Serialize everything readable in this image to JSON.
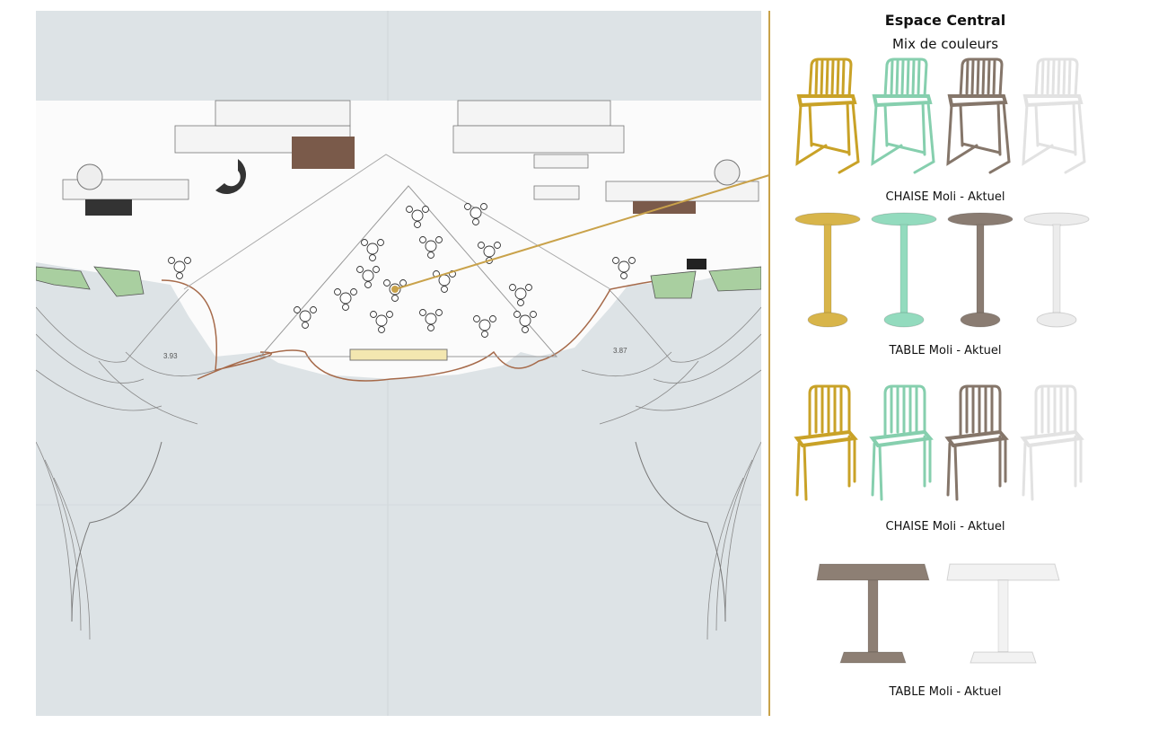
{
  "panel": {
    "title": "Espace Central",
    "subtitle": "Mix de couleurs",
    "sections": [
      {
        "type": "bar-chair",
        "label": "CHAISE Moli - Aktuel",
        "colors": [
          "#c9a227",
          "#86cfae",
          "#85766a",
          "#e2e2e2"
        ]
      },
      {
        "type": "high-table",
        "label": "TABLE Moli - Aktuel",
        "colors": [
          "#d8b54a",
          "#93dbbe",
          "#8a7c72",
          "#ececec"
        ]
      },
      {
        "type": "chair",
        "label": "CHAISE Moli - Aktuel",
        "colors": [
          "#c9a227",
          "#86cfae",
          "#85766a",
          "#e2e2e2"
        ]
      },
      {
        "type": "square-table",
        "label": "TABLE Moli - Aktuel",
        "colors": [
          "#8d7f74",
          "#f2f2f2"
        ]
      }
    ]
  },
  "plan": {
    "dimensions": [
      "3.93",
      "3.87"
    ],
    "accent": "#c9a24a"
  }
}
